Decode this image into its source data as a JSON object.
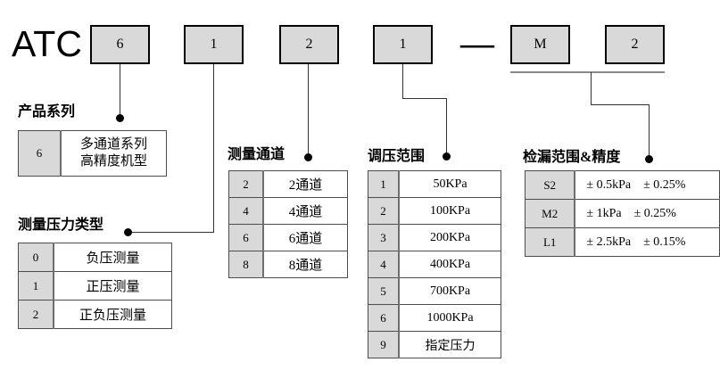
{
  "brand": "ATC",
  "model_code": {
    "segments": [
      "6",
      "1",
      "2",
      "1"
    ],
    "separator": "—",
    "suffix_segments": [
      "M",
      "2"
    ]
  },
  "colors": {
    "box_fill": "#d9d9d9",
    "box_border": "#000000",
    "line": "#333333"
  },
  "sections": {
    "product_series": {
      "heading": "产品系列",
      "rows": [
        {
          "code": "6",
          "label_line1": "多通道系列",
          "label_line2": "高精度机型"
        }
      ]
    },
    "pressure_type": {
      "heading": "测量压力类型",
      "rows": [
        {
          "code": "0",
          "label": "负压测量"
        },
        {
          "code": "1",
          "label": "正压测量"
        },
        {
          "code": "2",
          "label": "正负压测量"
        }
      ]
    },
    "channels": {
      "heading": "测量通道",
      "rows": [
        {
          "code": "2",
          "label": "2通道"
        },
        {
          "code": "4",
          "label": "4通道"
        },
        {
          "code": "6",
          "label": "6通道"
        },
        {
          "code": "8",
          "label": "8通道"
        }
      ]
    },
    "regulation_range": {
      "heading": "调压范围",
      "rows": [
        {
          "code": "1",
          "label": "50KPa"
        },
        {
          "code": "2",
          "label": "100KPa"
        },
        {
          "code": "3",
          "label": "200KPa"
        },
        {
          "code": "4",
          "label": "400KPa"
        },
        {
          "code": "5",
          "label": "700KPa"
        },
        {
          "code": "6",
          "label": "1000KPa"
        },
        {
          "code": "9",
          "label": "指定压力"
        }
      ]
    },
    "leak_range": {
      "heading": "检漏范围&精度",
      "rows": [
        {
          "code": "S2",
          "range": "± 0.5kPa",
          "accuracy": "± 0.25%"
        },
        {
          "code": "M2",
          "range": "± 1kPa",
          "accuracy": "± 0.25%"
        },
        {
          "code": "L1",
          "range": "± 2.5kPa",
          "accuracy": "± 0.15%"
        }
      ]
    }
  }
}
